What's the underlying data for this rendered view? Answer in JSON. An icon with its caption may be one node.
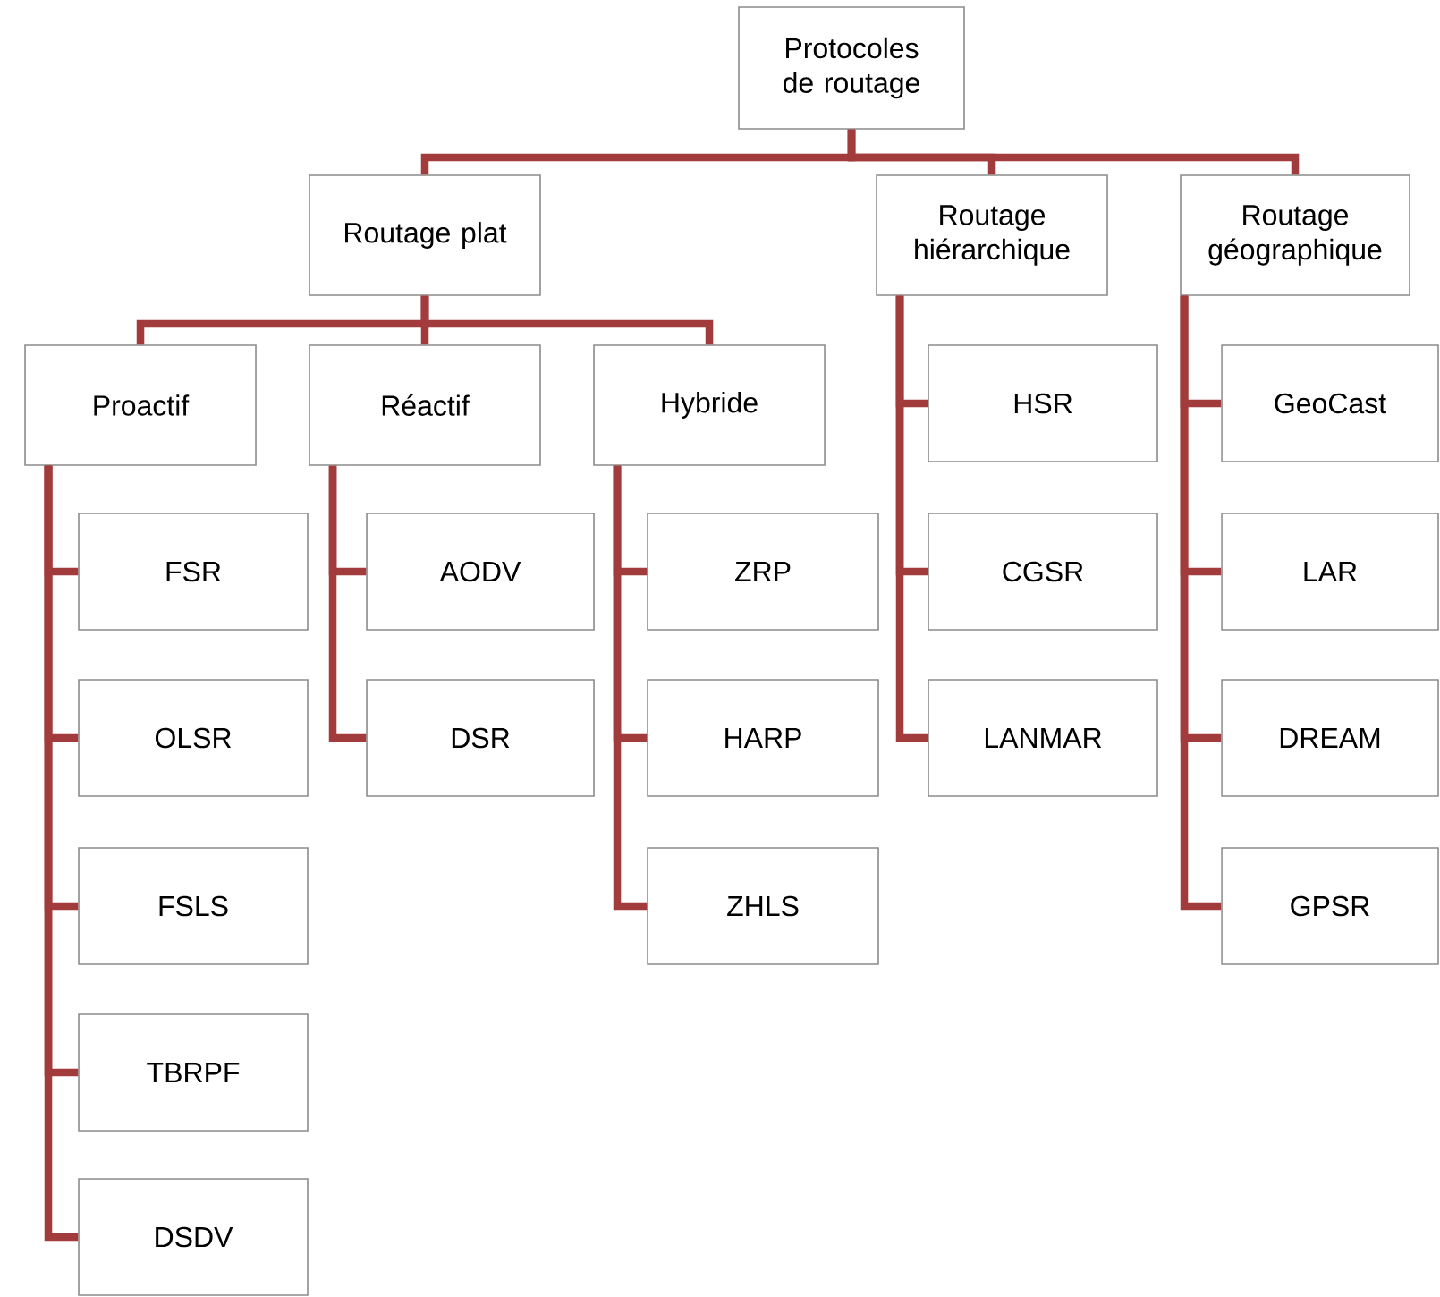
{
  "diagram": {
    "nodes": [
      {
        "text": [
          "Protocoles de routage"
        ]
      },
      {
        "text": [
          "Routage plat"
        ]
      },
      {
        "text": [
          "Routage hiérarchique"
        ]
      },
      {
        "text": [
          "Routage géographique"
        ]
      },
      {
        "text": [
          "Proactif"
        ]
      },
      {
        "text": [
          "Réactif"
        ]
      },
      {
        "text": [
          "Hybride"
        ]
      },
      {
        "text": [
          "FSR"
        ]
      },
      {
        "text": [
          "OLSR"
        ]
      },
      {
        "text": [
          "FSLS"
        ]
      },
      {
        "text": [
          "TBRPF"
        ]
      },
      {
        "text": [
          "DSDV"
        ]
      },
      {
        "text": [
          "AODV"
        ]
      },
      {
        "text": [
          "DSR"
        ]
      },
      {
        "text": [
          "ZRP"
        ]
      },
      {
        "text": [
          "HARP"
        ]
      },
      {
        "text": [
          "ZHLS"
        ]
      },
      {
        "text": [
          "HSR"
        ]
      },
      {
        "text": [
          "CGSR"
        ]
      },
      {
        "text": [
          "LANMAR"
        ]
      },
      {
        "text": [
          "GeoCast"
        ]
      },
      {
        "text": [
          "LAR"
        ]
      },
      {
        "text": [
          "DREAM"
        ]
      },
      {
        "text": [
          "GPSR"
        ]
      }
    ],
    "edges": [
      {
        "from": 0,
        "to": 1,
        "arrow": "none"
      },
      {
        "from": 0,
        "to": 2,
        "arrow": "none"
      },
      {
        "from": 0,
        "to": 3,
        "arrow": "none"
      },
      {
        "from": 1,
        "to": 4,
        "arrow": "none"
      },
      {
        "from": 1,
        "to": 5,
        "arrow": "none"
      },
      {
        "from": 1,
        "to": 6,
        "arrow": "none"
      },
      {
        "from": 4,
        "to": 7,
        "arrow": "none"
      },
      {
        "from": 4,
        "to": 8,
        "arrow": "none"
      },
      {
        "from": 4,
        "to": 9,
        "arrow": "none"
      },
      {
        "from": 4,
        "to": 10,
        "arrow": "none"
      },
      {
        "from": 4,
        "to": 11,
        "arrow": "none"
      },
      {
        "from": 5,
        "to": 12,
        "arrow": "none"
      },
      {
        "from": 5,
        "to": 13,
        "arrow": "none"
      },
      {
        "from": 6,
        "to": 14,
        "arrow": "none"
      },
      {
        "from": 6,
        "to": 15,
        "arrow": "none"
      },
      {
        "from": 6,
        "to": 16,
        "arrow": "none"
      },
      {
        "from": 2,
        "to": 17,
        "arrow": "none"
      },
      {
        "from": 2,
        "to": 18,
        "arrow": "none"
      },
      {
        "from": 2,
        "to": 19,
        "arrow": "none"
      },
      {
        "from": 3,
        "to": 20,
        "arrow": "none"
      },
      {
        "from": 3,
        "to": 21,
        "arrow": "none"
      },
      {
        "from": 3,
        "to": 22,
        "arrow": "none"
      },
      {
        "from": 3,
        "to": 23,
        "arrow": "none"
      }
    ]
  }
}
